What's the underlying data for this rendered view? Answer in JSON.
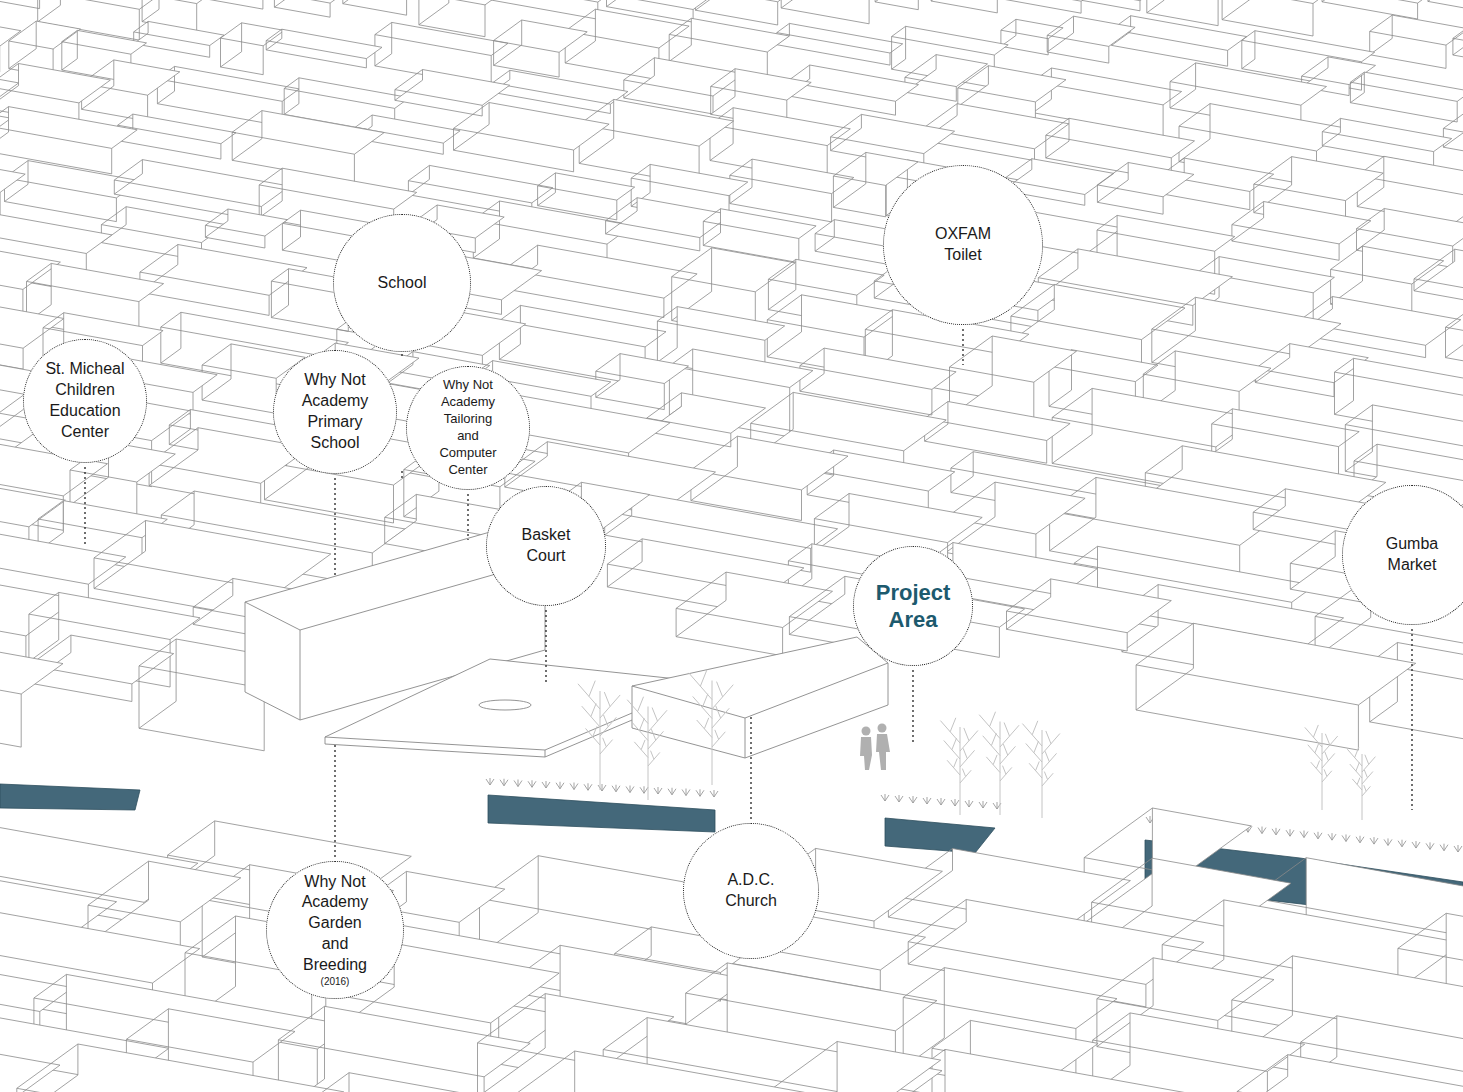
{
  "diagram": {
    "nodes": [
      {
        "text": [
          "OXFAM Toilet"
        ]
      },
      {
        "text": [
          "School"
        ]
      },
      {
        "text": [
          "St. Micheal Children Education Center"
        ]
      },
      {
        "text": [
          "Why Not Academy Primary School"
        ]
      },
      {
        "text": [
          "Why Not Academy Tailoring and Computer Center"
        ]
      },
      {
        "text": [
          "Basket Court"
        ]
      },
      {
        "text": [
          "Gumba Market"
        ]
      },
      {
        "text": [
          "Project Area"
        ]
      },
      {
        "text": [
          "A.D.C. Church"
        ]
      },
      {
        "text": [
          "Why Not Academy Garden and Breeding",
          "(2016)"
        ]
      }
    ]
  }
}
